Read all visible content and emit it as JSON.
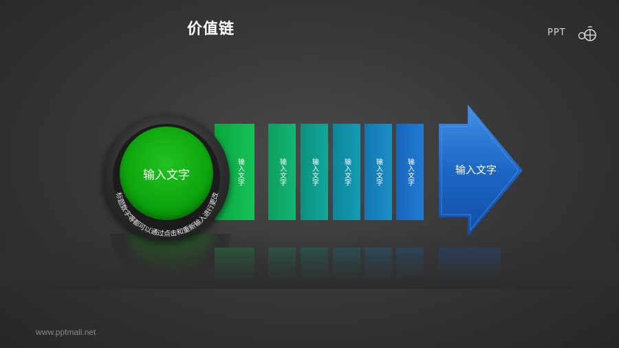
{
  "title": "价值链",
  "logo": {
    "text": "PPT",
    "icon": "ppt-logo-icon"
  },
  "footer": {
    "url": "www.pptmall.net"
  },
  "circle": {
    "label": "输入文字",
    "ring_text": "标题数字等都可以通过点击和重新输入进行更改"
  },
  "steps": [
    {
      "label": "输入文字",
      "color": "#0fb14a"
    },
    {
      "label": "输入文字",
      "color": "#0fa56a"
    },
    {
      "label": "输入文字",
      "color": "#0d9a88"
    },
    {
      "label": "输入文字",
      "color": "#0f8ea6"
    },
    {
      "label": "输入文字",
      "color": "#1582b8"
    },
    {
      "label": "输入文字",
      "color": "#1a6fc4"
    }
  ],
  "arrow": {
    "label": "输入文字",
    "color": "#1a5fc0"
  },
  "colors": {
    "accent_green": "#11a811",
    "accent_blue": "#1a5fc0",
    "background": "#3a3a3a"
  }
}
